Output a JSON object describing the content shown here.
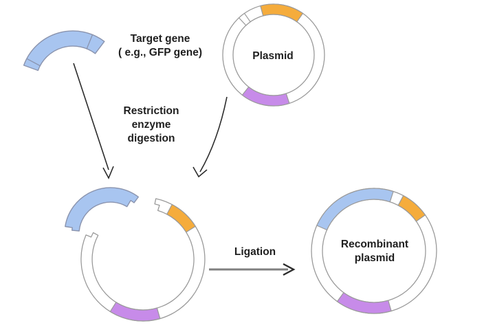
{
  "diagram": {
    "target_gene": {
      "line1": "Target gene",
      "line2": "( e.g., GFP gene)"
    },
    "plasmid": {
      "label": "Plasmid"
    },
    "digestion": {
      "line1": "Restriction",
      "line2": "enzyme",
      "line3": "digestion"
    },
    "ligation": {
      "label": "Ligation"
    },
    "recombinant": {
      "line1": "Recombinant",
      "line2": "plasmid"
    }
  },
  "colors": {
    "gene_blue": "#A8C5F0",
    "gene_outline": "#8A93AD",
    "segment_orange": "#F5AC3C",
    "segment_purple": "#C78BE9",
    "ring_outline": "#9A9A9A",
    "ring_fill": "#FFFFFF",
    "arrow": "#2B2B2B",
    "ligation_shaft": "#7F7F7F",
    "text": "#1F1F1F",
    "background": "#FFFFFF"
  }
}
